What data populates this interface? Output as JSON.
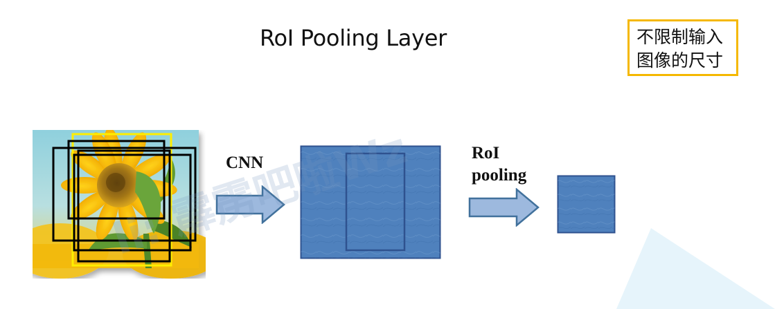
{
  "slide": {
    "title": "RoI Pooling Layer",
    "note_lines": [
      "不限制输入",
      "图像的尺寸"
    ],
    "watermark": "li: 霹雳吧啦Wz"
  },
  "labels": {
    "cnn": "CNN",
    "roi_line1": "RoI",
    "roi_line2": "pooling"
  },
  "icons": {
    "input_image": "sunflower-photo-icon",
    "arrow": "right-block-arrow-icon"
  },
  "colors": {
    "feature_map_fill": "#4f81bd",
    "feature_map_border": "#2f528f",
    "arrow_fill": "#9db9de",
    "arrow_border": "#41719c",
    "note_border": "#f5b800",
    "roi_box_yellow": "#ffee00",
    "roi_box_black": "#000000",
    "deco_triangle": "#e6f4fb"
  }
}
